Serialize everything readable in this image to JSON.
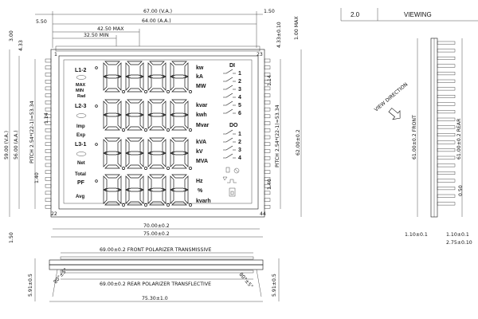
{
  "title_block": {
    "rev": "2.0",
    "view": "VIEWING"
  },
  "top_dims": {
    "va": "67.00 (V.A.)",
    "aa": "64.00 (A.A.)",
    "max": "42.50 MAX",
    "min": "32.50 MIN",
    "left_off": "5.50",
    "right_off": "1.50"
  },
  "left_dims": {
    "a": "3.00",
    "b": "4.33",
    "va": "59.00 (V.A.)",
    "aa": "56.00 (A.A.)",
    "pitch": "PITCH 2.54*(22-1)=53.34",
    "c": "1.14",
    "d": "1.40",
    "e": "1.50"
  },
  "right_dims": {
    "a": "1.00 MAX",
    "b": "4.33±0.10",
    "c": "1.14",
    "h": "62.00±0.2",
    "pitch": "PITCH 2.54*(22-1)=53.34",
    "d": "1.40"
  },
  "bottom_dims": {
    "w1": "70.00±0.2",
    "w2": "75.00±0.2"
  },
  "pins": {
    "p1": "1",
    "p22": "22",
    "p23": "23",
    "p44": "44"
  },
  "indicators": {
    "l12": "L1-2",
    "max": "MAX",
    "min": "MIN",
    "rad": "Rad",
    "l23": "L2-3",
    "imp": "Imp",
    "exp": "Exp",
    "l31": "L3-1",
    "net": "Net",
    "total": "Total",
    "pf": "PF",
    "avg": "Avg"
  },
  "units": [
    "kw",
    "kA",
    "MW",
    "kvar",
    "kwh",
    "Mvar",
    "kVA",
    "kV",
    "MVA",
    "Hz",
    "%",
    "kvarh"
  ],
  "di": {
    "title": "DI",
    "nums": [
      "1",
      "2",
      "3",
      "4",
      "5",
      "6"
    ]
  },
  "do": {
    "title": "DO",
    "nums": [
      "1",
      "2",
      "3",
      "4"
    ]
  },
  "side": {
    "view_dir": "VIEW DIRECTION",
    "front": "61.00±0.2 FRONT",
    "rear": "61.00±0.2 REAR",
    "pin": "0.50",
    "b1": "1.10±0.1",
    "b2": "1.10±0.1",
    "b3": "2.75±0.10"
  },
  "section": {
    "front_pol": "69.00±0.2 FRONT POLARIZER TRANSMISSIVE",
    "rear_pol": "69.00±0.2 REAR POLARIZER TRANSFLECTIVE",
    "total": "75.30±1.0",
    "thk_l": "5.91±0.5",
    "thk_r": "5.91±0.5",
    "ang_l": "80°±5°",
    "ang_r": "80°±5°"
  }
}
